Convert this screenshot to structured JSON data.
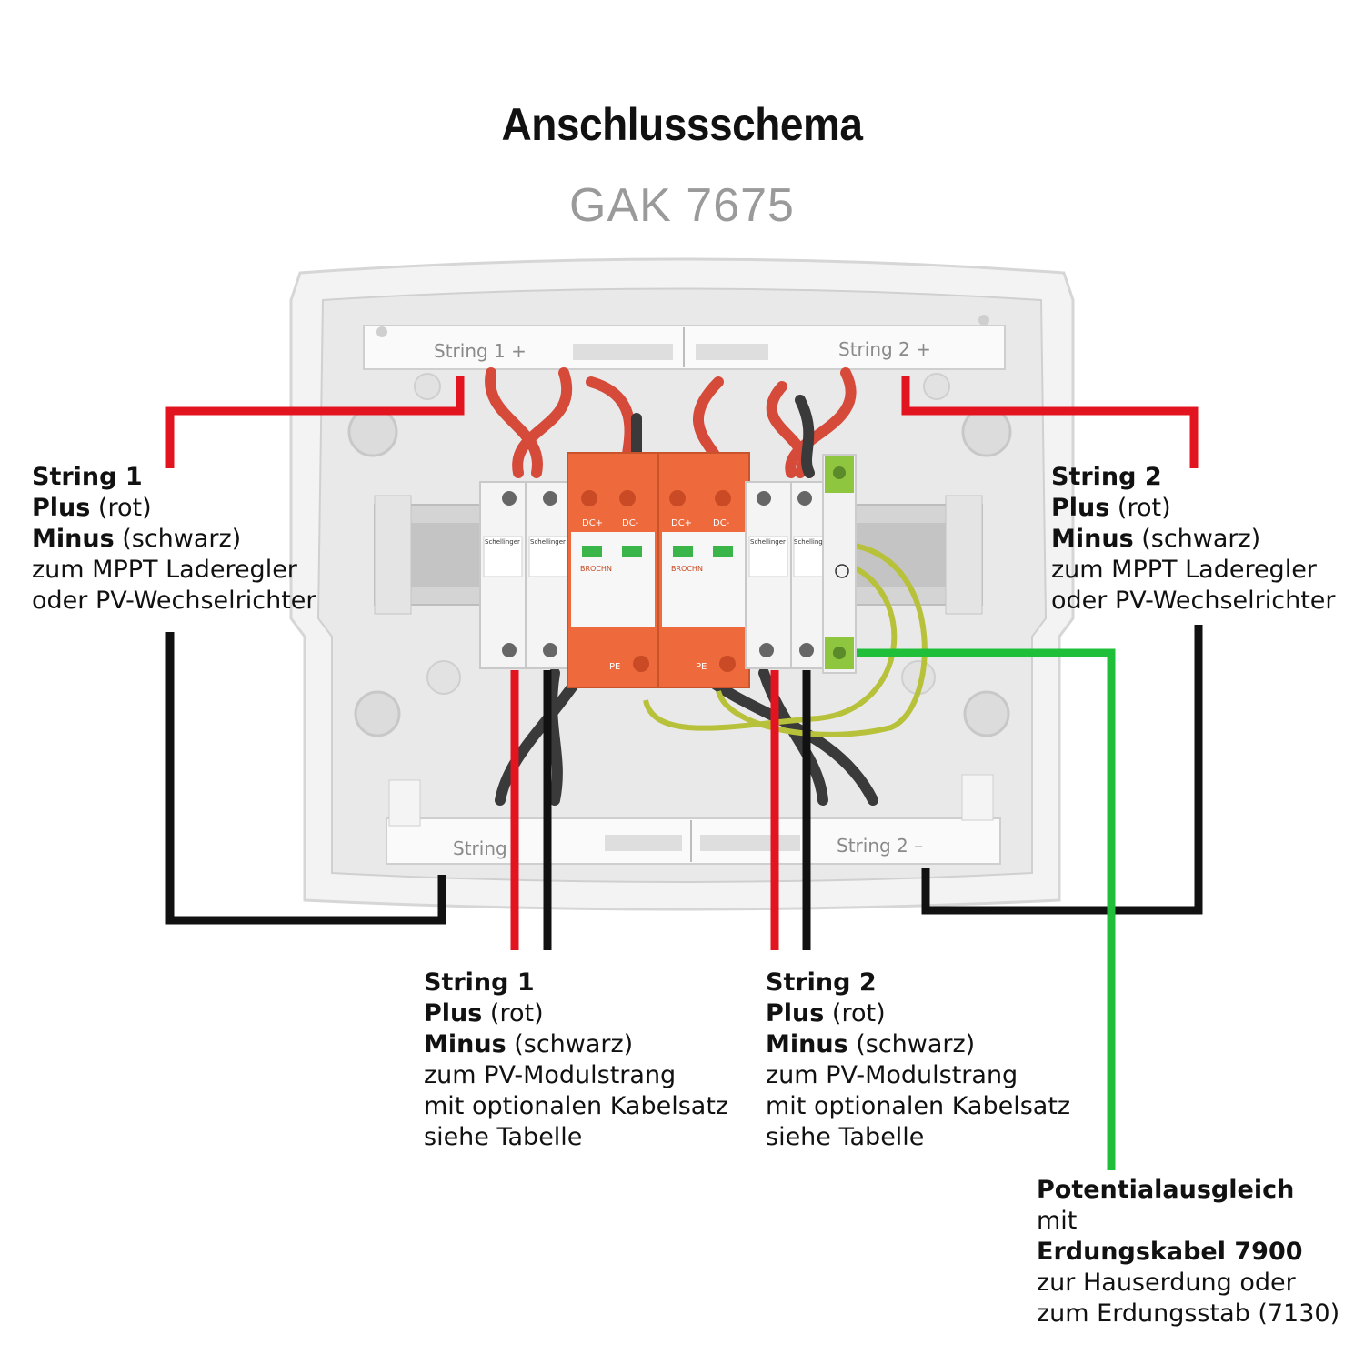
{
  "header": {
    "title": "Anschlussschema",
    "subtitle": "GAK 7675"
  },
  "box_labels": {
    "top_left": "String 1 +",
    "top_right": "String 2 +",
    "bottom_left": "String",
    "bottom_right": "String 2 –"
  },
  "device_labels": {
    "breaker_brand": "Schellinger",
    "spd_brand": "BROCHN",
    "spd_dc_plus": "DC+",
    "spd_dc_minus": "DC-",
    "spd_pe": "PE"
  },
  "callouts": {
    "left": {
      "string": "String 1",
      "plus_b": "Plus",
      "plus_r": " (rot)",
      "minus_b": "Minus",
      "minus_r": " (schwarz)",
      "line1": "zum MPPT Laderegler",
      "line2": "oder PV-Wechselrichter"
    },
    "right": {
      "string": "String 2",
      "plus_b": "Plus",
      "plus_r": " (rot)",
      "minus_b": "Minus",
      "minus_r": " (schwarz)",
      "line1": "zum MPPT Laderegler",
      "line2": "oder PV-Wechselrichter"
    },
    "bottom1": {
      "string": "String 1",
      "plus_b": "Plus",
      "plus_r": " (rot)",
      "minus_b": "Minus",
      "minus_r": " (schwarz)",
      "line1": "zum PV-Modulstrang",
      "line2": "mit optionalen Kabelsatz",
      "line3": "siehe Tabelle"
    },
    "bottom2": {
      "string": "String 2",
      "plus_b": "Plus",
      "plus_r": " (rot)",
      "minus_b": "Minus",
      "minus_r": " (schwarz)",
      "line1": "zum PV-Modulstrang",
      "line2": "mit optionalen Kabelsatz",
      "line3": "siehe Tabelle"
    },
    "ground": {
      "title": "Potentialausgleich",
      "mit": "mit",
      "cable": "Erdungskabel 7900",
      "line1": "zur Hauserdung oder",
      "line2": "zum Erdungsstab (7130)"
    }
  },
  "colors": {
    "plus_wire": "#e2141f",
    "minus_wire": "#111111",
    "ground_wire": "#1fbf3a",
    "spd_orange": "#ee6a3c",
    "enclosure": "#efefef"
  }
}
